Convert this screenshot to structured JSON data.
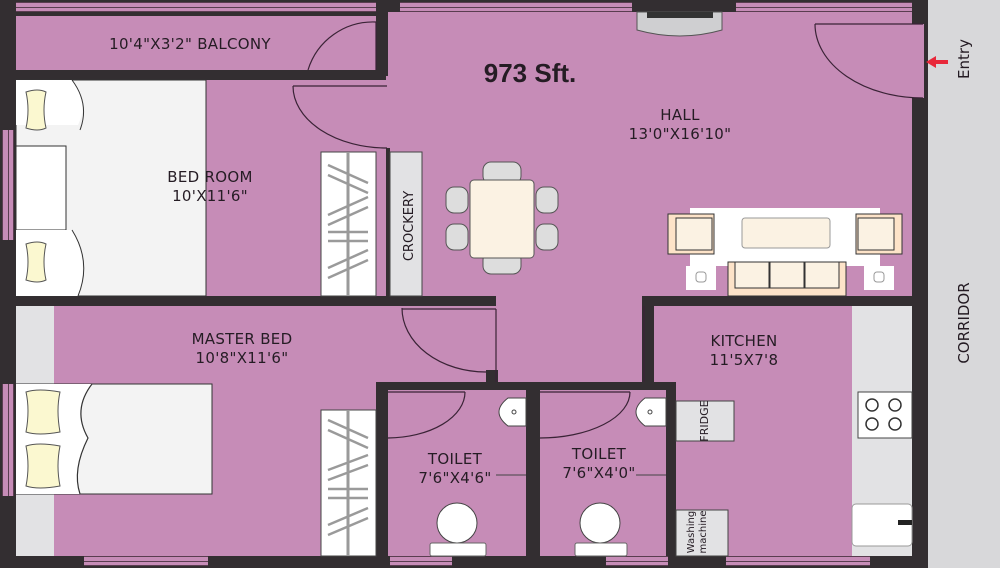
{
  "plan": {
    "total_area": "973 Sft.",
    "colors": {
      "room_fill": "#c68cb7",
      "wall": "#332e31",
      "corridor": "#d8d8da",
      "entry_arrow": "#e8283a"
    }
  },
  "rooms": {
    "balcony": {
      "label": "10'4\"X3'2\" BALCONY"
    },
    "hall": {
      "name": "HALL",
      "size": "13'0\"X16'10\""
    },
    "bedroom": {
      "name": "BED ROOM",
      "size": "10'X11'6\""
    },
    "master_bed": {
      "name": "MASTER BED",
      "size": "10'8\"X11'6\""
    },
    "kitchen": {
      "name": "KITCHEN",
      "size": "11'5X7'8"
    },
    "toilet1": {
      "name": "TOILET",
      "size": "7'6\"X4'6\""
    },
    "toilet2": {
      "name": "TOILET",
      "size": "7'6\"X4'0\""
    }
  },
  "fixtures": {
    "crockery": "CROCKERY",
    "fridge": "FRIDGE",
    "washing_machine_line1": "Washing",
    "washing_machine_line2": "machine"
  },
  "outside": {
    "corridor": "CORRIDOR",
    "entry": "Entry"
  }
}
